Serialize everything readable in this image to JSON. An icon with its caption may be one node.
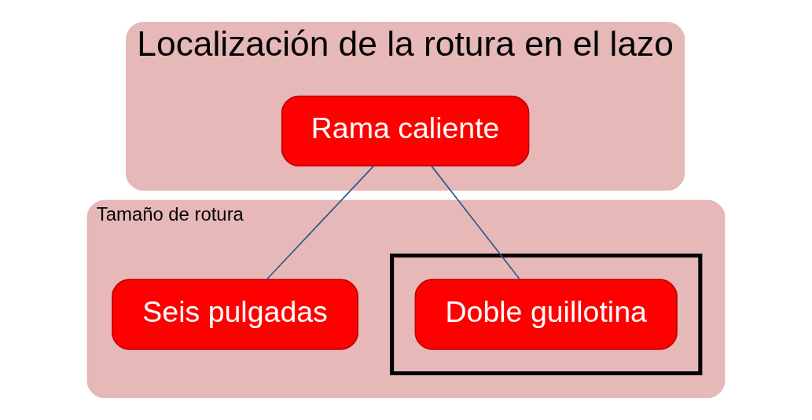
{
  "diagram": {
    "nodes": [
      {
        "text": [
          "Localización de la rotura en el lazo"
        ]
      },
      {
        "text": [
          "Rama caliente"
        ],
        "in": 0
      },
      {
        "text": [
          "Tamaño de rotura"
        ]
      },
      {
        "text": [],
        "shape": "box",
        "in": 2
      },
      {
        "text": [
          "Doble guillotina"
        ],
        "in": 3
      },
      {
        "text": [
          "Seis pulgadas"
        ],
        "in": 2
      }
    ],
    "edges": [
      {
        "from": 1,
        "to": 4,
        "arrow": "none"
      },
      {
        "from": 1,
        "to": 5,
        "arrow": "none"
      }
    ]
  }
}
